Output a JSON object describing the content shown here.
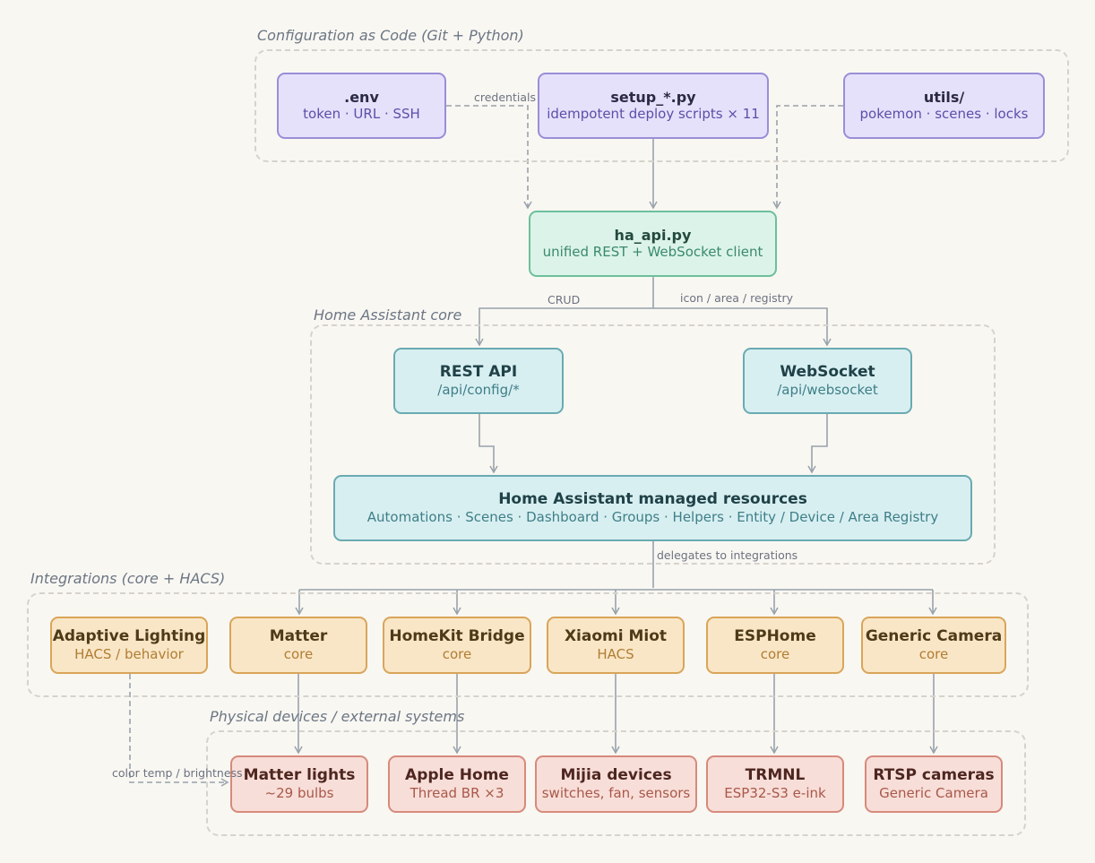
{
  "groups": {
    "config": "Configuration as Code (Git + Python)",
    "core": "Home Assistant core",
    "integrations": "Integrations (core + HACS)",
    "devices": "Physical devices / external systems"
  },
  "config": {
    "env": {
      "title": ".env",
      "sub": "token · URL · SSH"
    },
    "setup": {
      "title": "setup_*.py",
      "sub": "idempotent deploy scripts × 11"
    },
    "utils": {
      "title": "utils/",
      "sub": "pokemon · scenes · locks"
    }
  },
  "client": {
    "title": "ha_api.py",
    "sub": "unified REST + WebSocket client"
  },
  "core": {
    "rest": {
      "title": "REST API",
      "sub": "/api/config/*"
    },
    "ws": {
      "title": "WebSocket",
      "sub": "/api/websocket"
    },
    "resources": {
      "title": "Home Assistant managed resources",
      "sub": "Automations · Scenes · Dashboard · Groups · Helpers · Entity / Device / Area Registry"
    }
  },
  "integrations": [
    {
      "title": "Adaptive Lighting",
      "sub": "HACS / behavior"
    },
    {
      "title": "Matter",
      "sub": "core"
    },
    {
      "title": "HomeKit Bridge",
      "sub": "core"
    },
    {
      "title": "Xiaomi Miot",
      "sub": "HACS"
    },
    {
      "title": "ESPHome",
      "sub": "core"
    },
    {
      "title": "Generic Camera",
      "sub": "core"
    }
  ],
  "devices": [
    {
      "title": "Matter lights",
      "sub": "~29 bulbs"
    },
    {
      "title": "Apple Home",
      "sub": "Thread BR ×3"
    },
    {
      "title": "Mijia devices",
      "sub": "switches, fan, sensors"
    },
    {
      "title": "TRMNL",
      "sub": "ESP32-S3 e-ink"
    },
    {
      "title": "RTSP cameras",
      "sub": "Generic Camera"
    }
  ],
  "edges": {
    "credentials": "credentials",
    "crud": "CRUD",
    "registry": "icon / area / registry",
    "delegates": "delegates to integrations",
    "color": "color temp / brightness"
  }
}
